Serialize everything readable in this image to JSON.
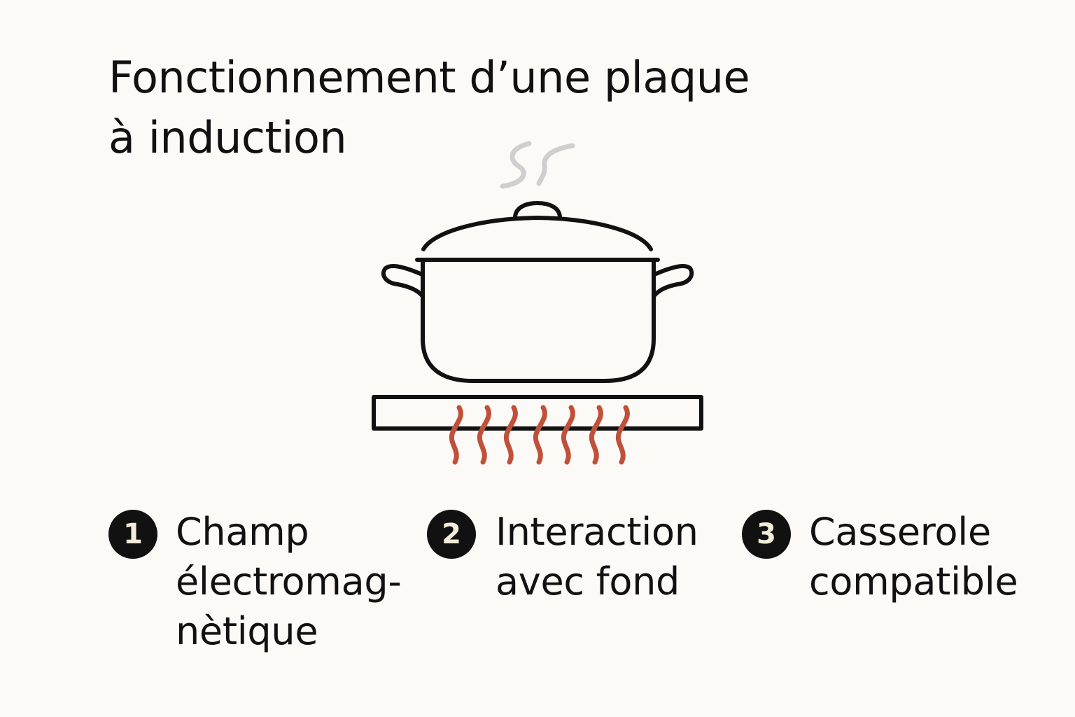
{
  "title": {
    "line1": "Fonctionnement d’une plaque",
    "line2": "à induction"
  },
  "illustration": {
    "pot_icon": "cooking-pot-icon",
    "steam_icon": "steam-icon",
    "cooktop_icon": "induction-cooktop-icon",
    "waves_icon": "magnetic-waves-icon",
    "colors": {
      "outline": "#111111",
      "waves": "#c0503a",
      "steam": "#cfcfcf"
    }
  },
  "steps": [
    {
      "number": "1",
      "lines": [
        "Champ",
        "électromag-",
        "nètique"
      ]
    },
    {
      "number": "2",
      "lines": [
        "Interaction",
        "avec fond"
      ]
    },
    {
      "number": "3",
      "lines": [
        "Casserole",
        "compatible"
      ]
    }
  ]
}
